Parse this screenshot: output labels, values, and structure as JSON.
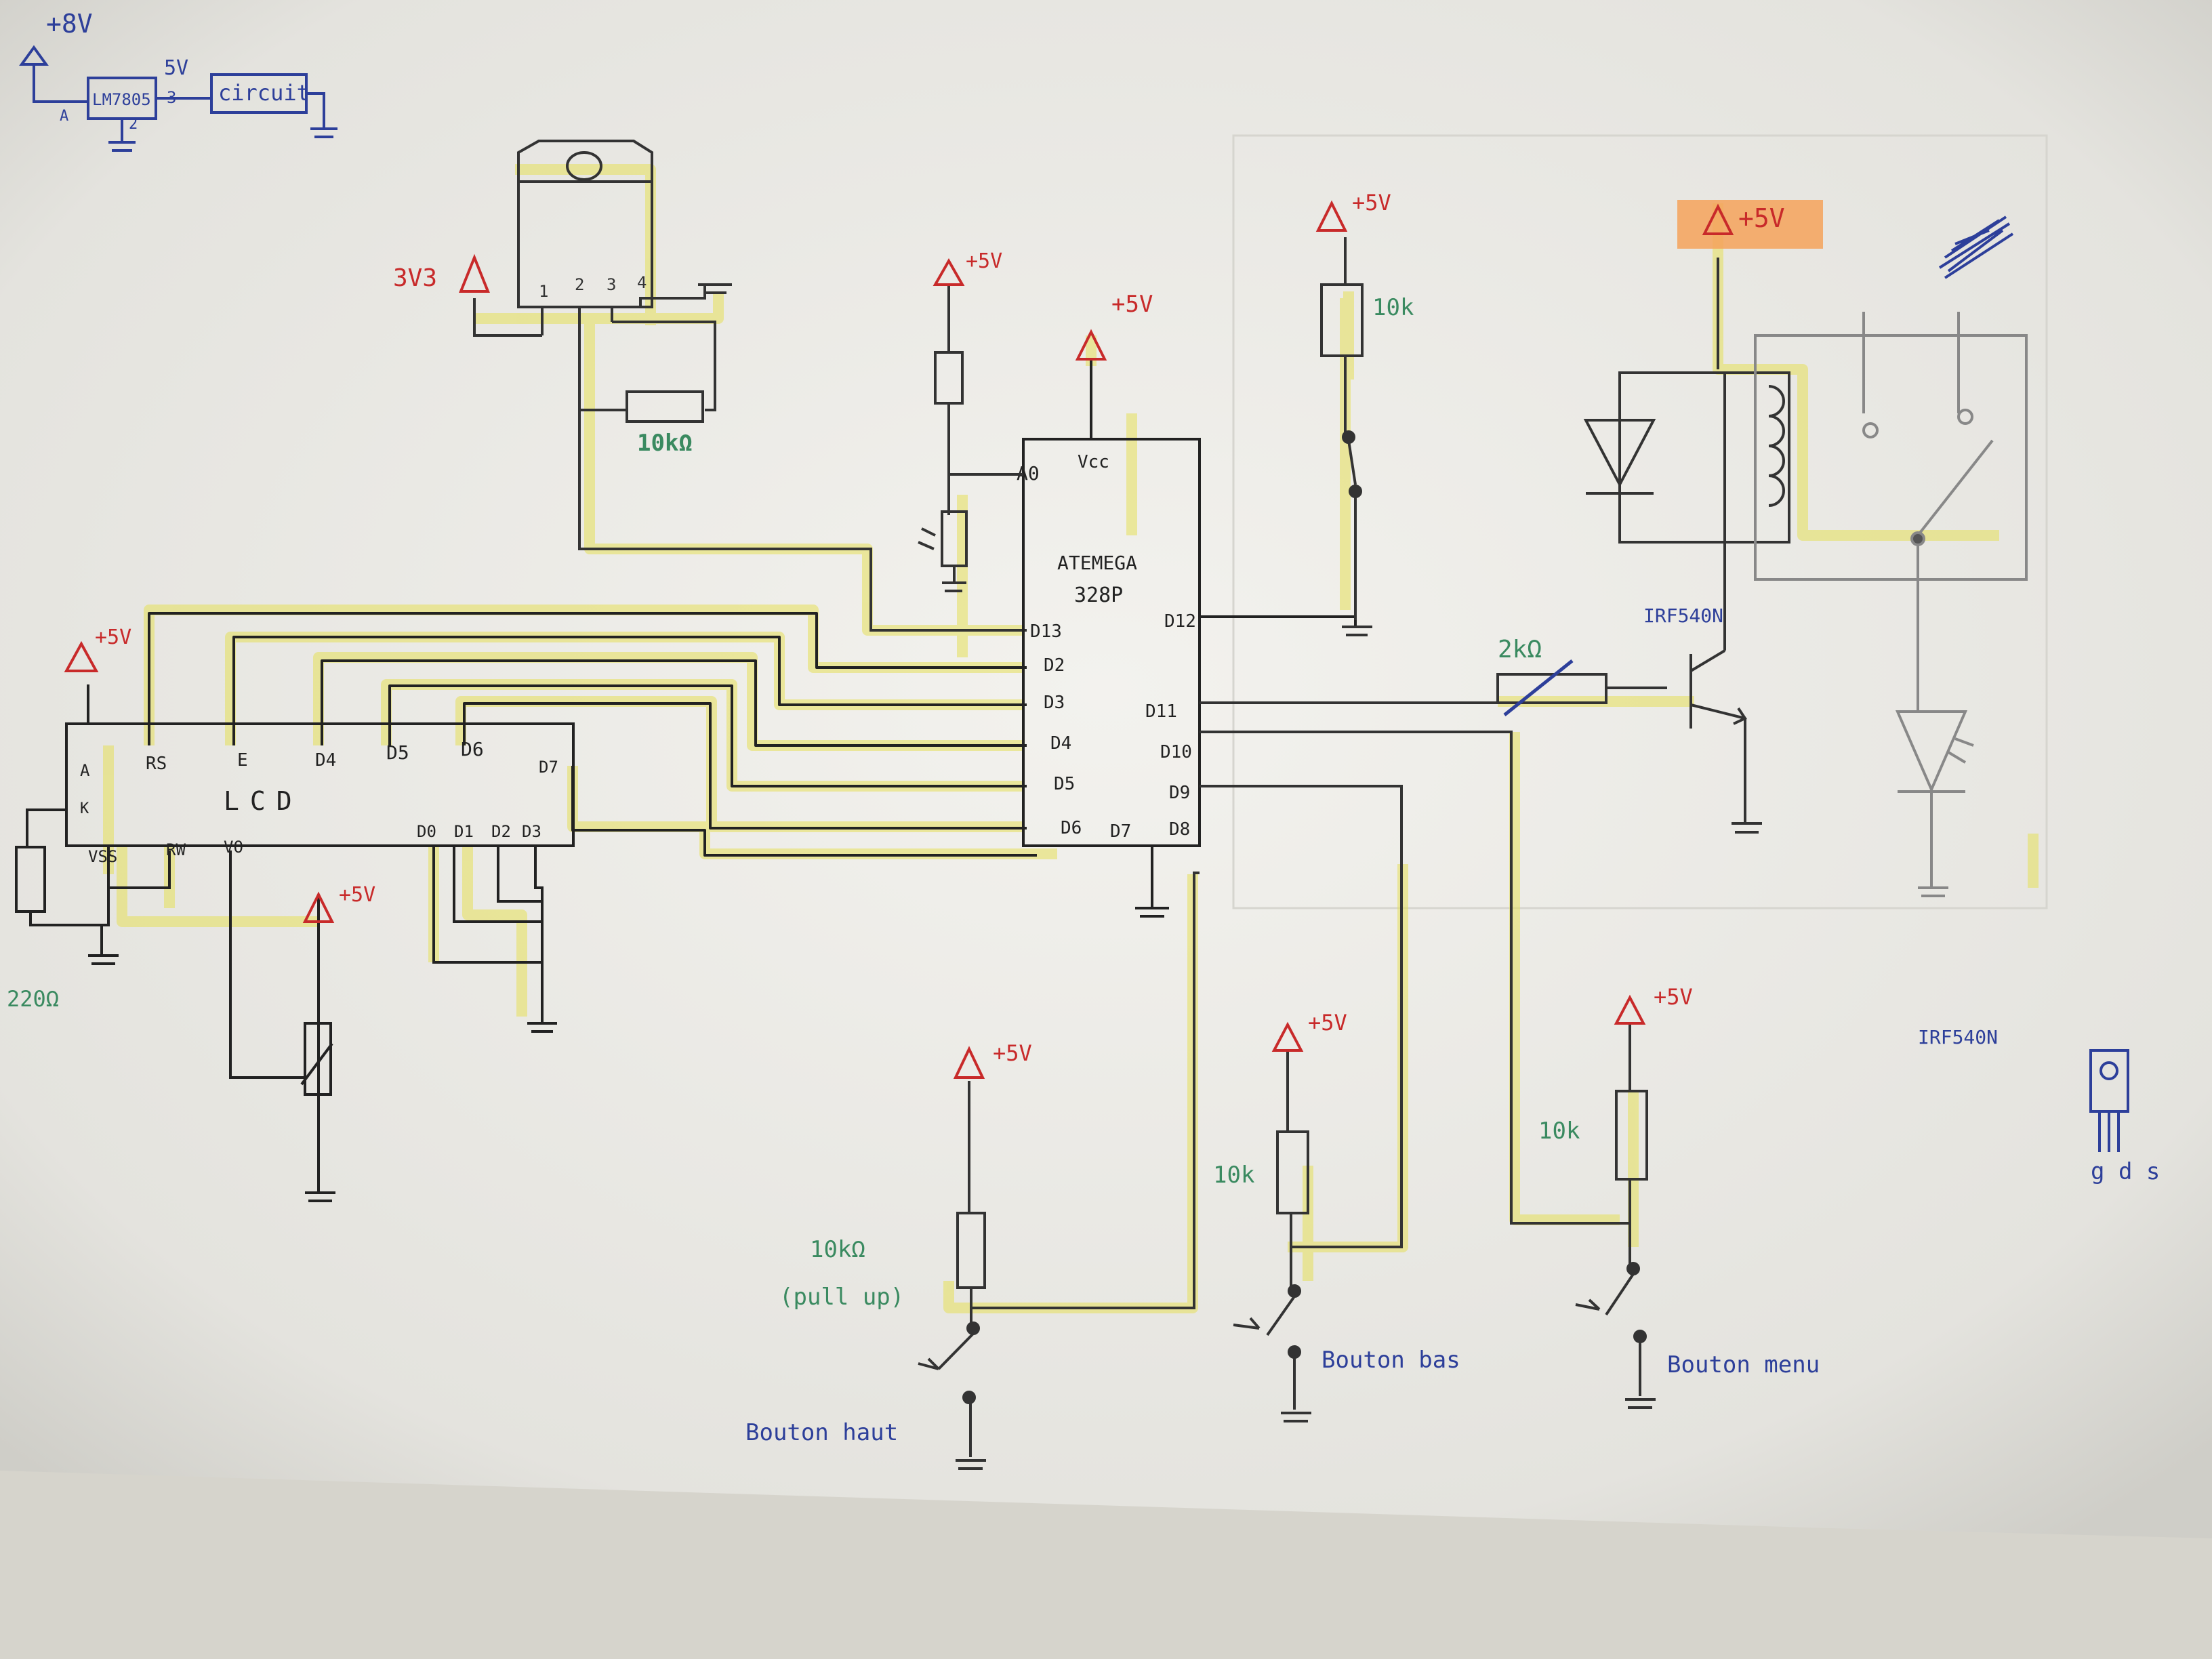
{
  "regulator": {
    "supply": "+8V",
    "part": "LM7805",
    "out": "5V",
    "pin_in": "A",
    "pin_gnd": "2",
    "pin_out": "3",
    "load": "circuit"
  },
  "sensor": {
    "pins": [
      "1",
      "2",
      "3",
      "4"
    ],
    "supply": "3V3",
    "resistor": "10kΩ"
  },
  "mcu": {
    "name": "ATEMEGA",
    "model": "328P",
    "supply": "+5V",
    "pin_a0": "A0",
    "pin_vcc": "Vcc",
    "left_pins": [
      "D13",
      "D2",
      "D3",
      "D4",
      "D5",
      "D6"
    ],
    "bottom_pin": "D7",
    "right_pins": [
      "D12",
      "D11",
      "D10",
      "D9",
      "D8"
    ]
  },
  "ldr": {
    "supply": "+5V"
  },
  "lcd": {
    "name": "LCD",
    "supply": "+5V",
    "top_pins": [
      "A",
      "RS",
      "E",
      "D4",
      "D5",
      "D6",
      "D7"
    ],
    "side_pin": "K",
    "bottom_pins": [
      "VSS",
      "RW",
      "VO"
    ],
    "data_pins": [
      "D0",
      "D1",
      "D2",
      "D3"
    ],
    "backlight_resistor": "220Ω",
    "contrast_supply": "+5V"
  },
  "switch_d12": {
    "supply": "+5V",
    "resistor": "10k"
  },
  "relay": {
    "supply": "+5V",
    "gate_resistor": "2kΩ",
    "transistor": "IRF540N"
  },
  "buttons": [
    {
      "supply": "+5V",
      "resistor": "10kΩ",
      "note": "(pull up)",
      "label": "Bouton haut"
    },
    {
      "supply": "+5V",
      "resistor": "10k",
      "label": "Bouton bas"
    },
    {
      "supply": "+5V",
      "resistor": "10k",
      "label": "Bouton menu"
    }
  ],
  "mosfet_pinout": {
    "part": "IRF540N",
    "pins": "g d s"
  },
  "colors": {
    "paper": "#eeede8",
    "ink": "#222222",
    "pencil": "#888888",
    "highlight": "#e6e05a",
    "red": "#c82a2a",
    "blue": "#2d3f9a",
    "green": "#3a8a60",
    "orange": "#f5a25a"
  }
}
